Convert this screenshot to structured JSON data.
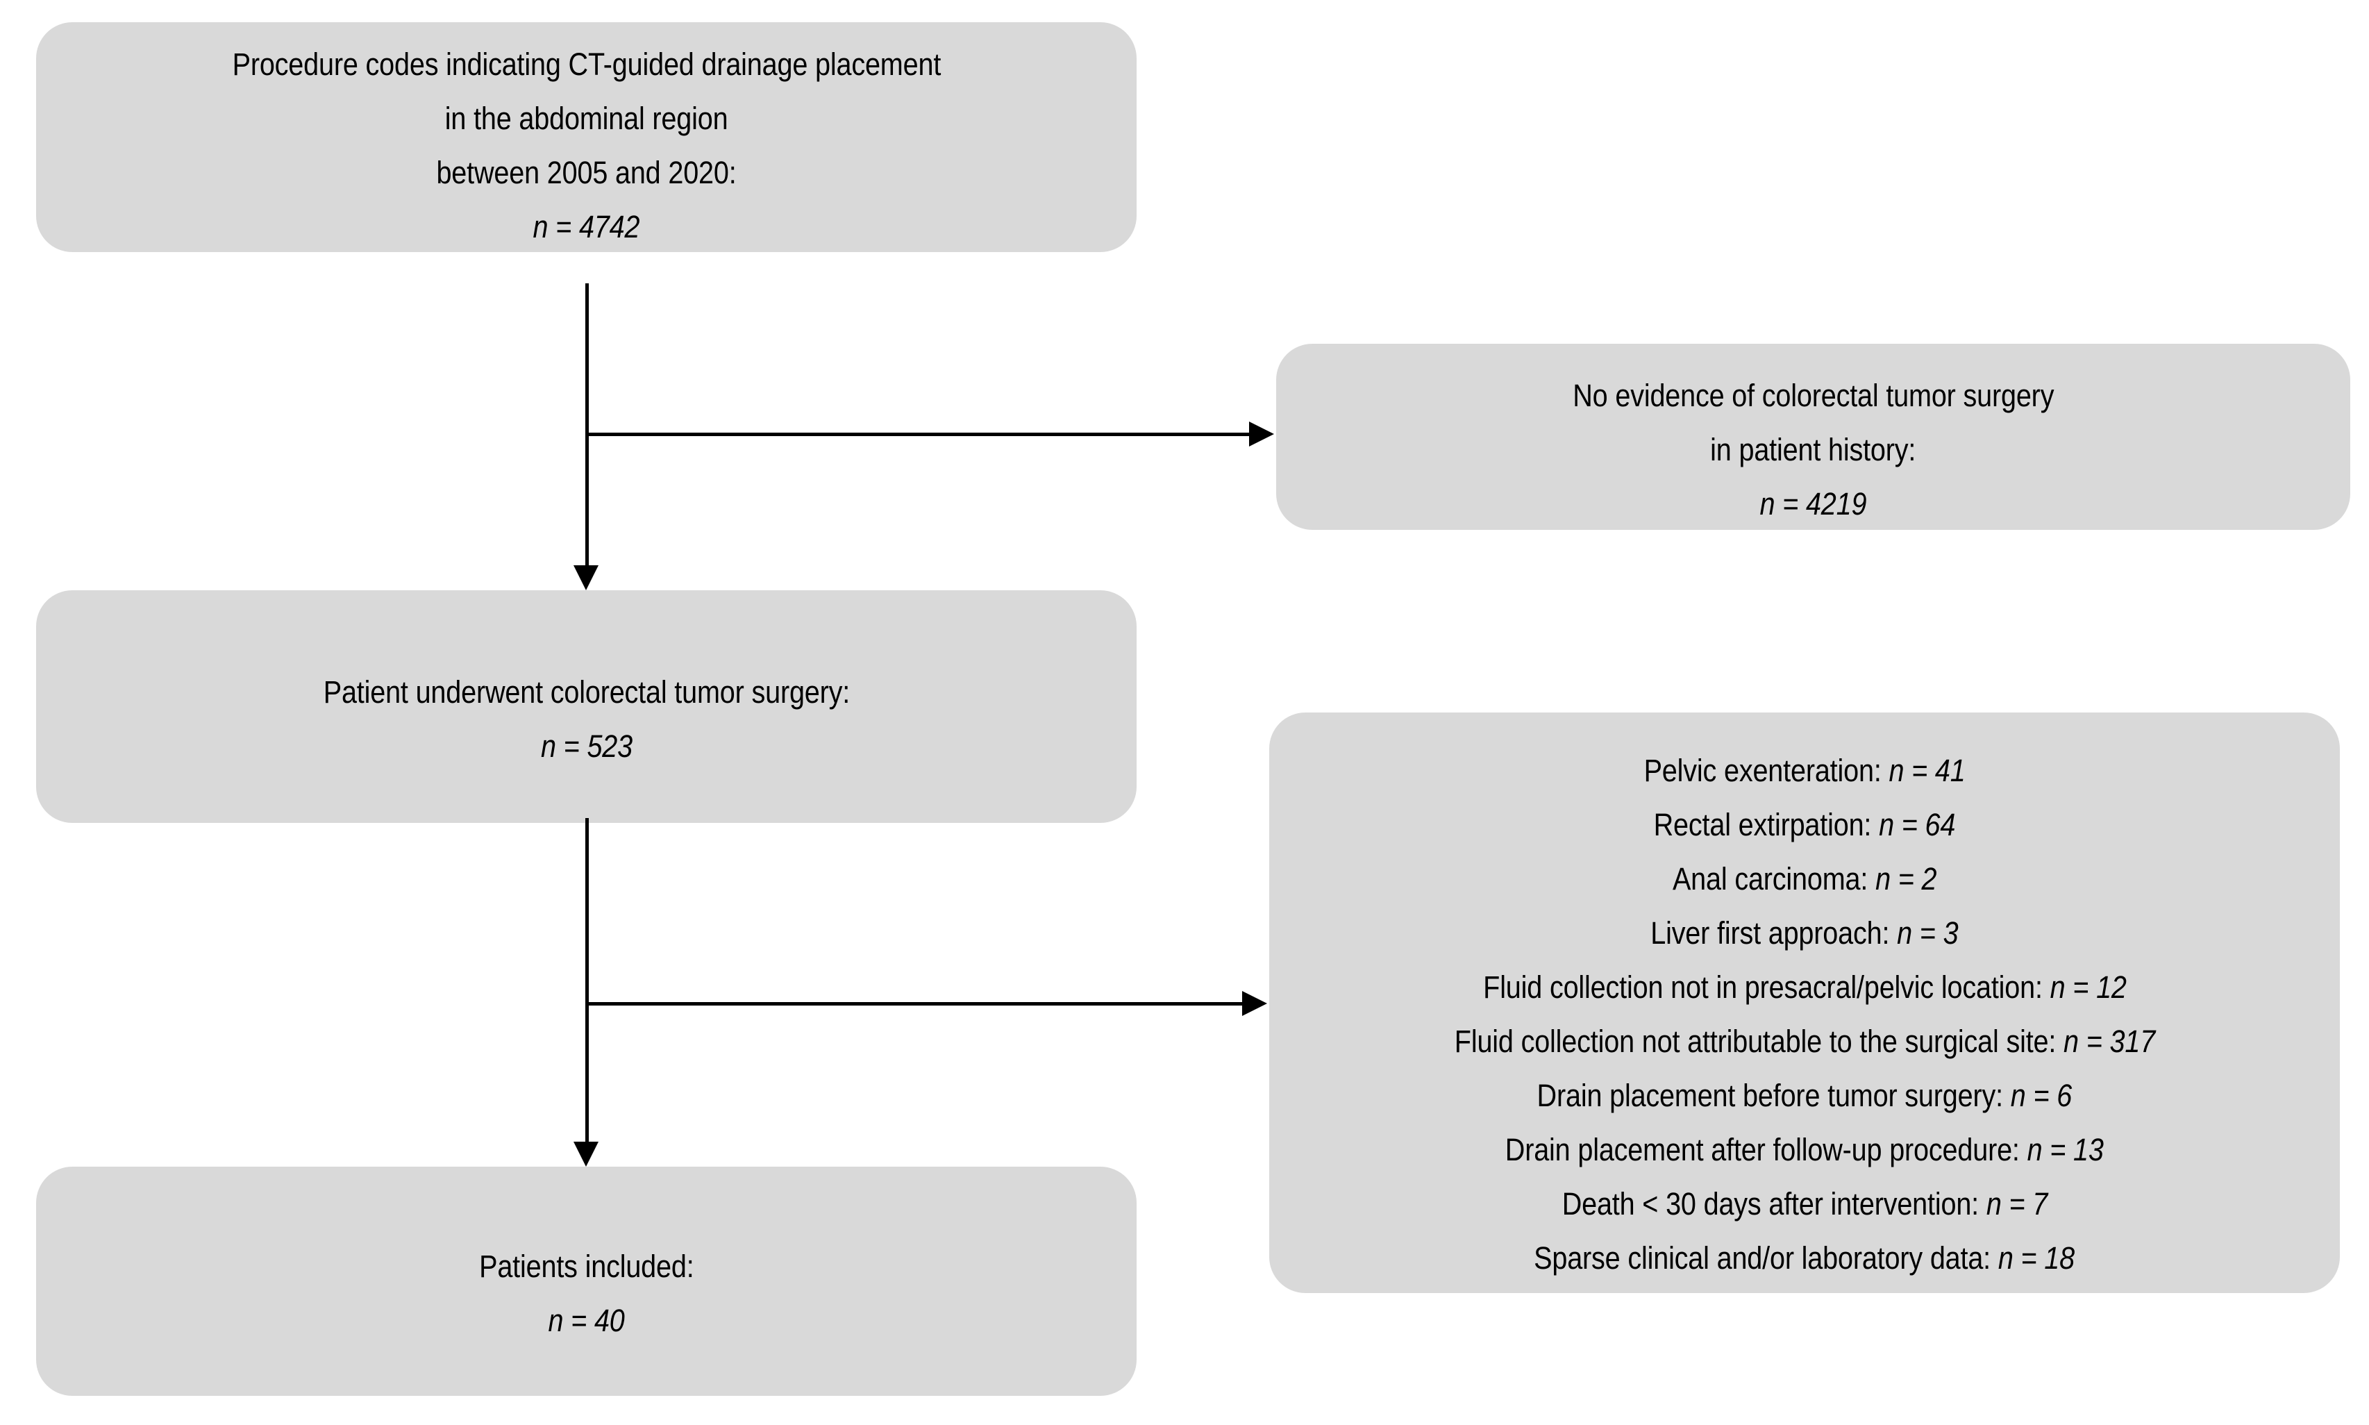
{
  "figure": {
    "type": "flowchart",
    "orientation": "top-to-bottom with right-side exclusion branches",
    "box_fill_color": "#d9d9d9",
    "connector_color": "#000000"
  },
  "nodes": {
    "source": {
      "name": "Procedure codes source cohort",
      "lines": [
        "Procedure codes indicating CT-guided drainage placement",
        "in the abdominal region",
        "between 2005 and 2020:"
      ],
      "count_line": "n = 4742",
      "n": 4742
    },
    "exclusion_no_evidence": {
      "name": "No evidence of colorectal tumor surgery",
      "lines": [
        "No evidence of colorectal tumor surgery",
        "in patient history:"
      ],
      "count_line": "n = 4219",
      "n": 4219
    },
    "surgery": {
      "name": "Patient underwent colorectal tumor surgery",
      "lines": [
        "Patient underwent colorectal tumor surgery:"
      ],
      "count_line": "n = 523",
      "n": 523
    },
    "exclusion_criteria": {
      "name": "Further exclusion criteria",
      "items": [
        {
          "label": "Pelvic exenteration:",
          "count_line": "n = 41",
          "n": 41
        },
        {
          "label": "Rectal extirpation:",
          "count_line": "n = 64",
          "n": 64
        },
        {
          "label": "Anal carcinoma:",
          "count_line": "n = 2",
          "n": 2
        },
        {
          "label": "Liver first approach:",
          "count_line": "n = 3",
          "n": 3
        },
        {
          "label": "Fluid collection not in presacral/pelvic location:",
          "count_line": "n = 12",
          "n": 12
        },
        {
          "label": "Fluid collection not attributable to the surgical site:",
          "count_line": "n = 317",
          "n": 317
        },
        {
          "label": "Drain placement before tumor surgery:",
          "count_line": "n = 6",
          "n": 6
        },
        {
          "label": "Drain placement after follow-up procedure:",
          "count_line": "n = 13",
          "n": 13
        },
        {
          "label": "Death < 30 days after intervention:",
          "count_line": "n = 7",
          "n": 7
        },
        {
          "label": "Sparse clinical and/or laboratory data:",
          "count_line": "n = 18",
          "n": 18
        }
      ]
    },
    "included": {
      "name": "Patients included",
      "lines": [
        "Patients included:"
      ],
      "count_line": "n = 40",
      "n": 40
    }
  }
}
